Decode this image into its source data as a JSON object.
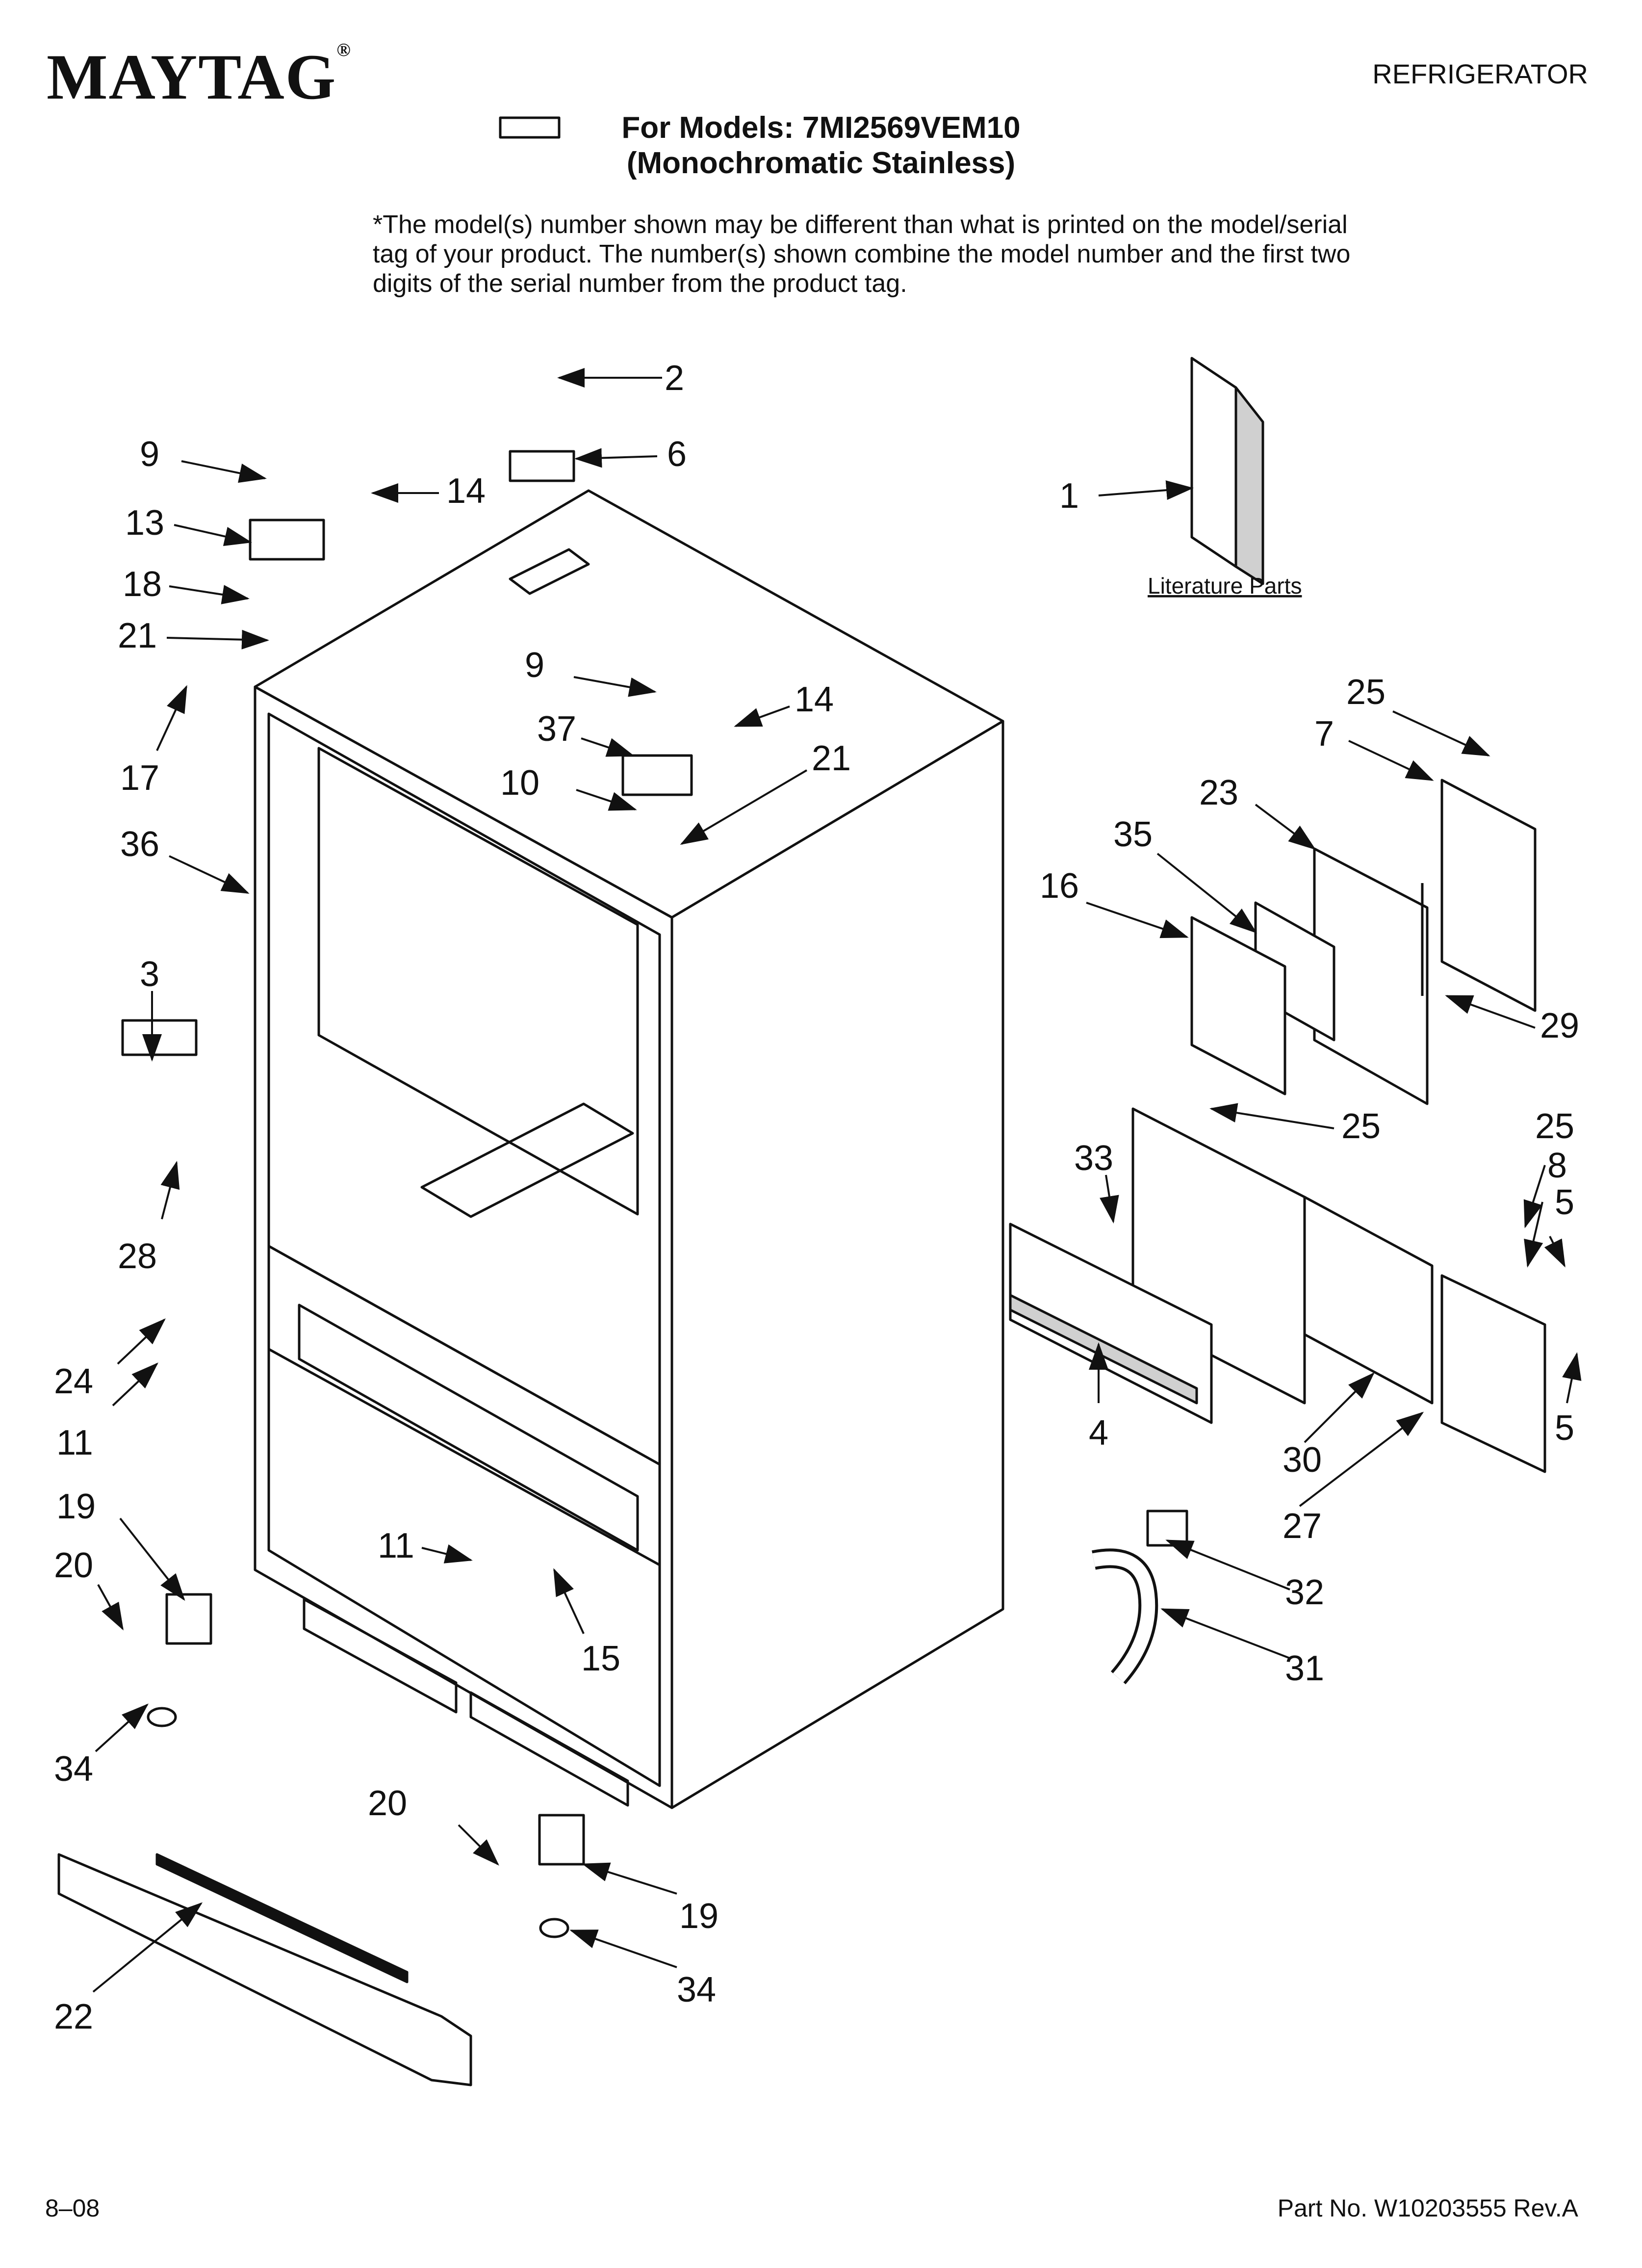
{
  "header": {
    "brand": "MAYTAG",
    "brand_mark": "®",
    "category": "REFRIGERATOR",
    "title_line1": "For Models: 7MI2569VEM10",
    "title_line2": "(Monochromatic Stainless)",
    "note": "*The model(s) number shown may be different than what is printed on the model/serial tag of your product. The number(s) shown combine the model number and the first two digits of the serial number from the product tag."
  },
  "literature_label": "Literature Parts",
  "callouts": [
    "2",
    "9",
    "6",
    "14",
    "1",
    "13",
    "18",
    "21",
    "17",
    "9",
    "14",
    "25",
    "37",
    "7",
    "10",
    "21",
    "23",
    "36",
    "35",
    "16",
    "3",
    "29",
    "33",
    "25",
    "25",
    "8",
    "5",
    "28",
    "24",
    "5",
    "11",
    "4",
    "30",
    "19",
    "27",
    "20",
    "11",
    "32",
    "15",
    "31",
    "34",
    "20",
    "19",
    "34",
    "22"
  ],
  "footer": {
    "date": "8–08",
    "part_no": "Part No. W10203555 Rev.A"
  },
  "colors": {
    "ink": "#111111",
    "paper": "#ffffff",
    "shade": "#d0d0d0"
  }
}
